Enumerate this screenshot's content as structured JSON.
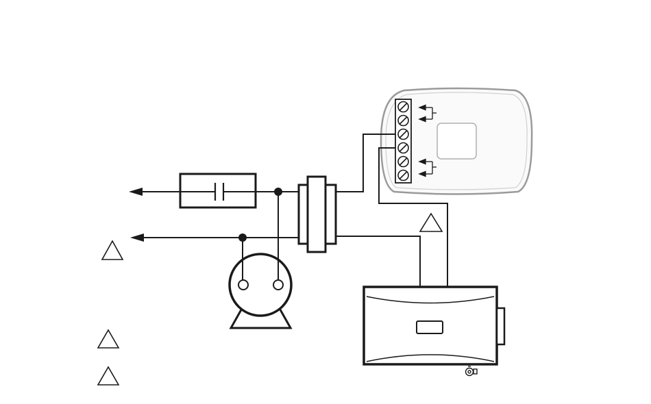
{
  "diagram": {
    "colors": {
      "stroke": "#1a1a1a",
      "thermostat_outline": "#9a9a9a",
      "display_outline": "#b0b0b0",
      "background": "#ffffff"
    },
    "components": [
      {
        "name": "capacitor-box",
        "icon": "capacitor-icon"
      },
      {
        "name": "relay-coil-block",
        "icon": "coil-icon"
      },
      {
        "name": "pump-motor",
        "icon": "motor-icon"
      },
      {
        "name": "thermostat",
        "icon": "thermostat-icon"
      },
      {
        "name": "terminal-strip",
        "terminal_count": 6
      },
      {
        "name": "controller-module",
        "icon": "controller-icon"
      }
    ],
    "warning_markers": 4
  }
}
